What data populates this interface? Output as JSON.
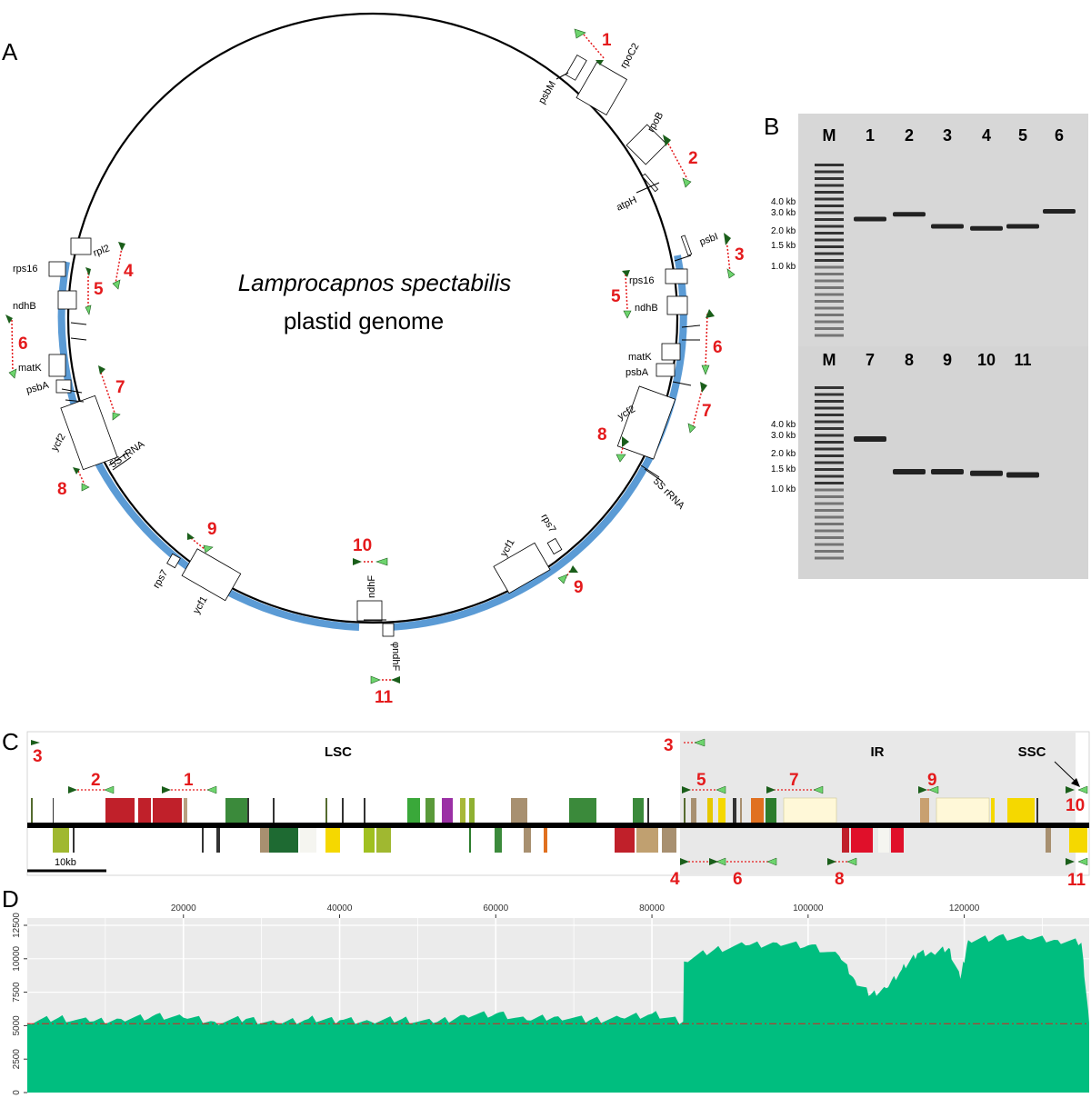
{
  "panels": {
    "a": "A",
    "b": "B",
    "c": "C",
    "d": "D"
  },
  "map": {
    "title_italic": "Lamprocapnos spectabilis",
    "title_sub": "plastid genome",
    "genes": [
      "rpoC2",
      "psbM",
      "rpoB",
      "atpH",
      "psbI",
      "rps16",
      "ndhB",
      "matK",
      "psbA",
      "ycf2",
      "5S rRNA",
      "ycf1",
      "rps7",
      "ndhF",
      "φndhF",
      "rpl2"
    ]
  },
  "primer_labels": [
    "1",
    "2",
    "3",
    "4",
    "5",
    "6",
    "7",
    "8",
    "9",
    "10",
    "11"
  ],
  "gel": {
    "top_lanes": [
      "M",
      "1",
      "2",
      "3",
      "4",
      "5",
      "6"
    ],
    "bottom_lanes": [
      "M",
      "7",
      "8",
      "9",
      "10",
      "11"
    ],
    "marker_top": [
      "4.0 kb",
      "3.0 kb",
      "2.0 kb",
      "1.5 kb",
      "1.0 kb"
    ],
    "marker_bottom": [
      "4.0 kb",
      "3.0 kb",
      "2.0 kb",
      "1.5 kb",
      "1.0 kb"
    ],
    "band_kb": {
      "1": 2.8,
      "2": 3.1,
      "3": 2.4,
      "4": 2.3,
      "5": 2.4,
      "6": 3.3,
      "7": 3.0,
      "8": 1.5,
      "9": 1.5,
      "10": 1.45,
      "11": 1.4
    }
  },
  "linear": {
    "regions": [
      "LSC",
      "IR",
      "SSC"
    ],
    "scale_label": "10kb"
  },
  "chart_data": {
    "type": "area",
    "x_ticks": [
      "20000",
      "40000",
      "60000",
      "80000",
      "100000",
      "120000"
    ],
    "y_ticks": [
      "0",
      "2500",
      "5000",
      "7500",
      "10000",
      "12500"
    ],
    "xlim": [
      0,
      136000
    ],
    "ylim": [
      0,
      12500
    ],
    "threshold": 5150,
    "series": [
      {
        "x": [
          0,
          4000,
          8000,
          12000,
          16000,
          20000,
          24000,
          28000,
          32000,
          36000,
          40000,
          44000,
          48000,
          52000,
          56000,
          60000,
          64000,
          68000,
          72000,
          76000,
          80000,
          84000,
          84100,
          88000,
          92000,
          96000,
          100000,
          104000,
          106000,
          108000,
          110000,
          112000,
          114000,
          116000,
          118000,
          119500,
          120500,
          124000,
          128000,
          132000,
          135000,
          136000
        ],
        "y": [
          5200,
          5600,
          5300,
          5500,
          5700,
          5600,
          5300,
          5500,
          5200,
          5500,
          5400,
          5300,
          5500,
          5200,
          5800,
          5900,
          5400,
          5700,
          5400,
          5600,
          5900,
          5300,
          9800,
          10700,
          11000,
          11200,
          11000,
          10200,
          8400,
          7300,
          7800,
          9200,
          10400,
          10400,
          10800,
          8500,
          11400,
          11600,
          11500,
          11400,
          11200,
          5200
        ]
      }
    ]
  }
}
